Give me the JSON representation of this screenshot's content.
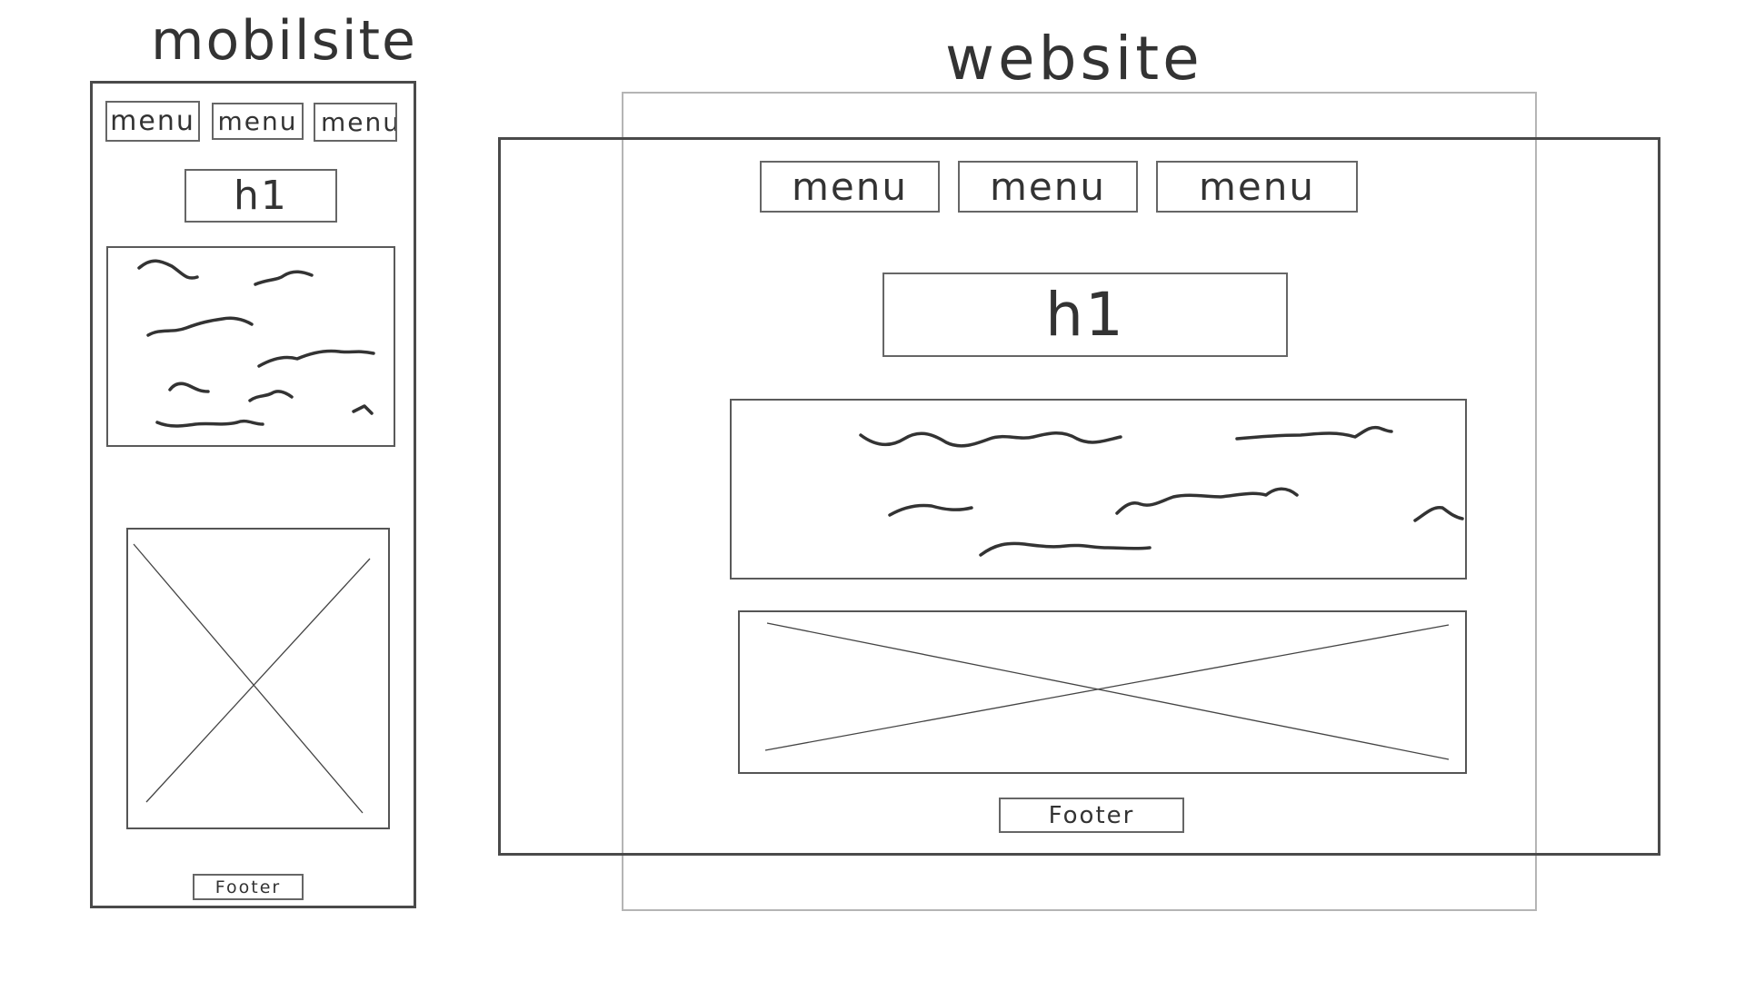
{
  "titles": {
    "mobile": "mobilsite",
    "desktop": "website"
  },
  "mobile": {
    "menus": [
      "menu",
      "menu",
      "menu"
    ],
    "heading": "h1",
    "footer": "Footer"
  },
  "desktop": {
    "menus": [
      "menu",
      "menu",
      "menu"
    ],
    "heading": "h1",
    "footer": "Footer"
  },
  "colors": {
    "ink": "#333333",
    "outline": "#4a4a4a",
    "faint-outline": "#b5b5b5"
  }
}
